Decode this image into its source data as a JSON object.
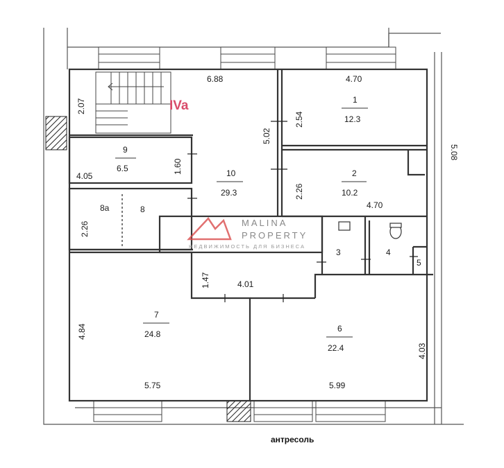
{
  "plan": {
    "section_label": "IVa",
    "caption": "антресоль",
    "watermark": {
      "line1": "MALINA",
      "line2": "PROPERTY",
      "tagline": "НЕДВИЖИМОСТЬ ДЛЯ БИЗНЕСА",
      "logo_color": "#d94c4c"
    },
    "rooms": [
      {
        "id": "1",
        "area": "12.3"
      },
      {
        "id": "2",
        "area": "10.2"
      },
      {
        "id": "3",
        "area": ""
      },
      {
        "id": "4",
        "area": ""
      },
      {
        "id": "5",
        "area": ""
      },
      {
        "id": "6",
        "area": "22.4"
      },
      {
        "id": "7",
        "area": "24.8"
      },
      {
        "id": "8",
        "area": ""
      },
      {
        "id": "8a",
        "area": ""
      },
      {
        "id": "9",
        "area": "6.5"
      },
      {
        "id": "10",
        "area": "29.3"
      }
    ],
    "dimensions": {
      "top_main": "6.88",
      "stair": "2.07",
      "room1_top": "4.70",
      "room1_side": "2.54",
      "room10_side": "5.02",
      "room9_width": "4.05",
      "room9_side": "1.60",
      "room2_side": "2.26",
      "room2_bottom": "4.70",
      "room8_side": "2.26",
      "corridor_side": "1.47",
      "corridor_width": "4.01",
      "room7_side": "4.84",
      "room7_width": "5.75",
      "room6_side": "4.03",
      "room6_width": "5.99",
      "right_edge": "5.08"
    },
    "colors": {
      "line": "#333333",
      "accent": "#d94c6a"
    }
  }
}
